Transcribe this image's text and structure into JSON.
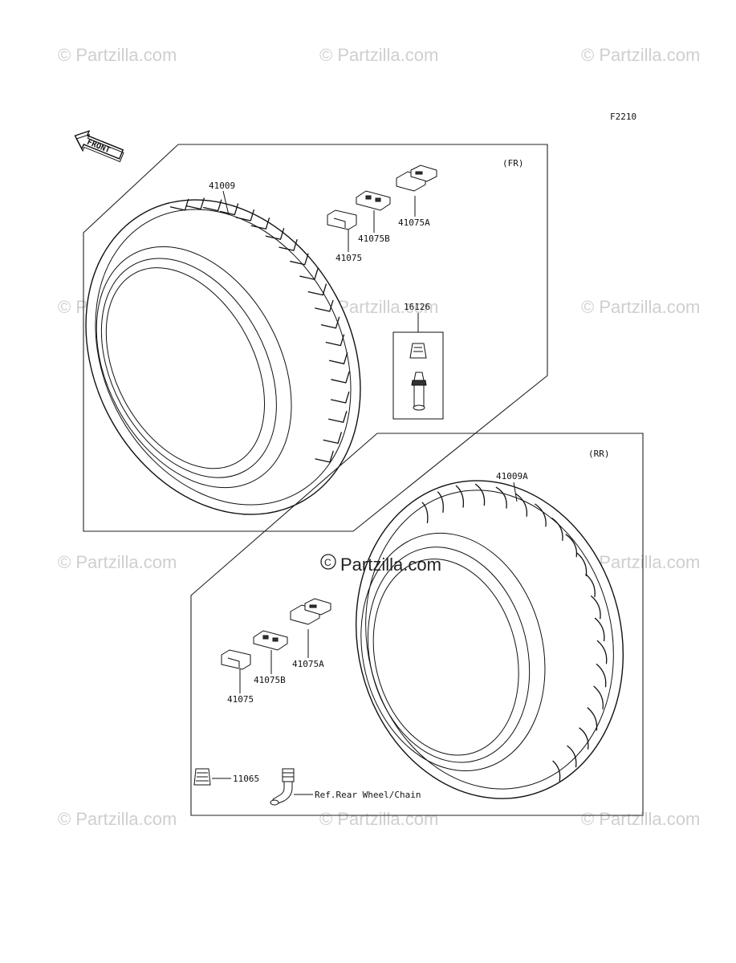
{
  "watermark": {
    "text": "Partzilla.com",
    "symbol": "©"
  },
  "figure_code": "F2210",
  "front_label": "FRONT",
  "front_section": {
    "group_label": "(FR)",
    "tire_part": "41009",
    "weight_parts": [
      "41075",
      "41075B",
      "41075A"
    ],
    "valve_part": "16126"
  },
  "rear_section": {
    "group_label": "(RR)",
    "tire_part": "41009A",
    "weight_parts": [
      "41075",
      "41075B",
      "41075A"
    ],
    "cap_part": "11065",
    "valve_ref": "Ref.Rear Wheel/Chain"
  }
}
